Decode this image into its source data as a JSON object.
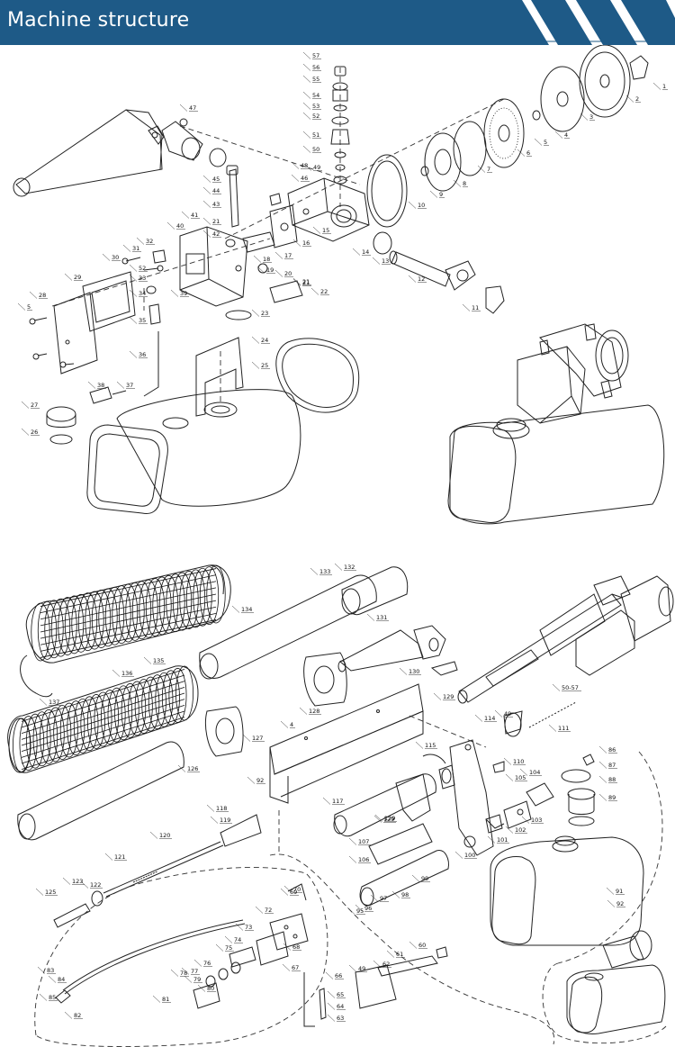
{
  "header": {
    "title": "Machine structure",
    "colors": {
      "bar": "#1e5a87",
      "stripes": "#1e5a87",
      "stripe_gap": "#ffffff",
      "text": "#ffffff"
    }
  },
  "diagram_top": {
    "part_numbers": [
      "1",
      "2",
      "3",
      "4",
      "5",
      "6",
      "7",
      "8",
      "9",
      "10",
      "11",
      "12",
      "13",
      "14",
      "15",
      "16",
      "17",
      "18",
      "19",
      "20",
      "21",
      "22",
      "23",
      "24",
      "25",
      "26",
      "27",
      "28",
      "29",
      "30",
      "31",
      "32",
      "33",
      "34",
      "35",
      "36",
      "37",
      "38",
      "39",
      "40",
      "41",
      "42",
      "43",
      "44",
      "45",
      "46",
      "47",
      "48",
      "49",
      "50",
      "51",
      "52",
      "53",
      "54",
      "55",
      "56",
      "57",
      "21",
      "52",
      "21",
      "5"
    ]
  },
  "diagram_bottom": {
    "part_numbers": [
      "132",
      "133",
      "134",
      "131",
      "136",
      "135",
      "137",
      "130",
      "129",
      "128",
      "127",
      "126",
      "4",
      "50-57",
      "49",
      "111",
      "114",
      "115",
      "110",
      "104",
      "105",
      "86",
      "87",
      "88",
      "89",
      "103",
      "102",
      "101",
      "117",
      "118",
      "119",
      "120",
      "121",
      "122",
      "123",
      "125",
      "92",
      "129",
      "107",
      "106",
      "99",
      "98",
      "97",
      "96",
      "95",
      "100",
      "91",
      "92",
      "70",
      "69",
      "72",
      "73",
      "74",
      "75",
      "76",
      "77",
      "78",
      "79",
      "80",
      "81",
      "82",
      "83",
      "84",
      "85",
      "68",
      "67",
      "66",
      "65",
      "64",
      "63",
      "62",
      "61",
      "60",
      "49",
      "129"
    ]
  }
}
